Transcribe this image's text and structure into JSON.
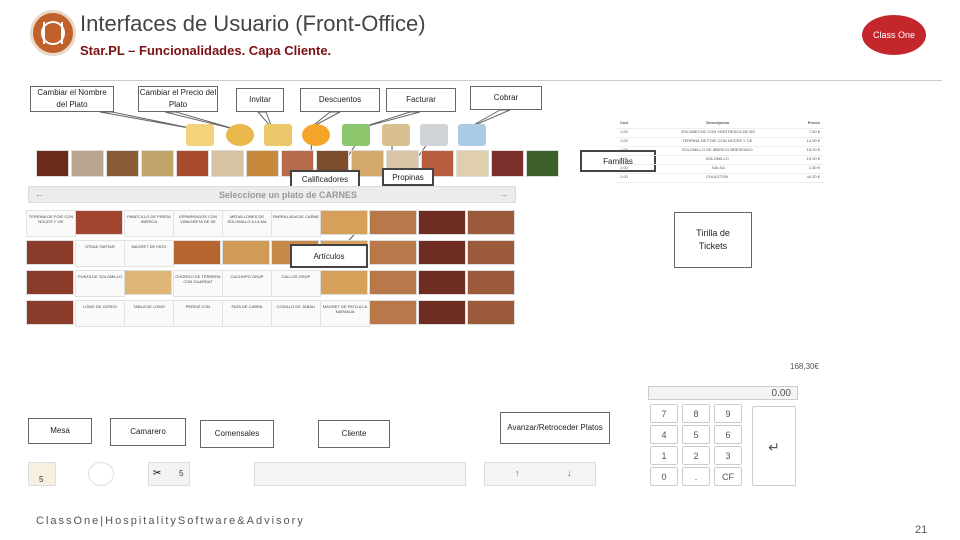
{
  "header": {
    "title": "Interfaces de Usuario (Front-Office)",
    "subtitle": "Star.PL – Funcionalidades. Capa Cliente.",
    "brand": "Class One"
  },
  "callouts": {
    "cambiar_nombre": "Cambiar el Nombre del Plato",
    "cambiar_precio": "Cambiar el Precio del Plato",
    "invitar": "Invitar",
    "descuentos": "Descuentos",
    "facturar": "Facturar",
    "cobrar": "Cobrar",
    "calificadores": "Calificadores",
    "propinas": "Propinas",
    "familias": "Familias",
    "articulos": "Artículos",
    "tirilla": "Tirilla de Tickets",
    "mesa": "Mesa",
    "camarero": "Camarero",
    "comensales": "Comensales",
    "cliente": "Cliente",
    "avanzar": "Avanzar/Retroceder Platos"
  },
  "menu": {
    "section_title": "Seleccione un plato de CARNES",
    "nav_prev": "←",
    "nav_next": "→",
    "grid_labels": [
      "TERRINA DE FOIE CON NOCES Y VIE",
      "",
      "PANECILLO DE PRESA IBERICA",
      "ESPARRAGOS CON VINAGRETA DE SE",
      "MEDALLONES DE SOLOMILLO A LA MA",
      "PARRILLADA DE CARNE",
      "",
      "",
      "",
      "",
      "",
      "STEAK TARTAR",
      "MAGRET DE PATO",
      "",
      "",
      "",
      "",
      "",
      "",
      "",
      "",
      "PUNTA DE SOLOMILLO",
      "",
      "CHORIZO DE TERRERA CON GUARDAT",
      "CACHOPO GRUP",
      "CALLOS GRUP",
      "",
      "",
      "",
      "",
      "",
      "LOMO DE CERDO",
      "TABLA DE LOMO",
      "PERDIZ CON",
      "PATA DE CABRA",
      "CODILLO DE JABALI",
      "MAGRET DE PATO A LA NARANJA",
      "",
      "",
      ""
    ]
  },
  "ticket": {
    "headers": [
      "Cod",
      "Descripción",
      "Precio"
    ],
    "rows": [
      [
        "1.00",
        "ESCABECHE CON VENTRESCA DE BO",
        "7.50 €"
      ],
      [
        "1.00",
        "TERRINA DE FOIE CON NOCES Y CE",
        "14.00 €"
      ],
      [
        "1.00",
        "SOLOMILLO DE IBERICO BRESEADO",
        "18.00 €"
      ],
      [
        "1.00",
        "SOLOMILLO",
        "19.00 €"
      ],
      [
        "1.00",
        "SALSA",
        "1.50 €"
      ],
      [
        "1.00",
        "CHULETON",
        "44.20 €"
      ]
    ],
    "total": "168,30€"
  },
  "keypad": {
    "display": "0.00",
    "keys": [
      "7",
      "8",
      "9",
      "4",
      "5",
      "6",
      "1",
      "2",
      "3",
      "0",
      ".",
      "CF"
    ],
    "enter": "↵"
  },
  "bottom": {
    "mesa_value": "5",
    "comensales_value": "5",
    "up_arrow": "↑",
    "down_arrow": "↓"
  },
  "footer": {
    "text": "ClassOne|HospitalitySoftware&Advisory",
    "page": "21"
  }
}
